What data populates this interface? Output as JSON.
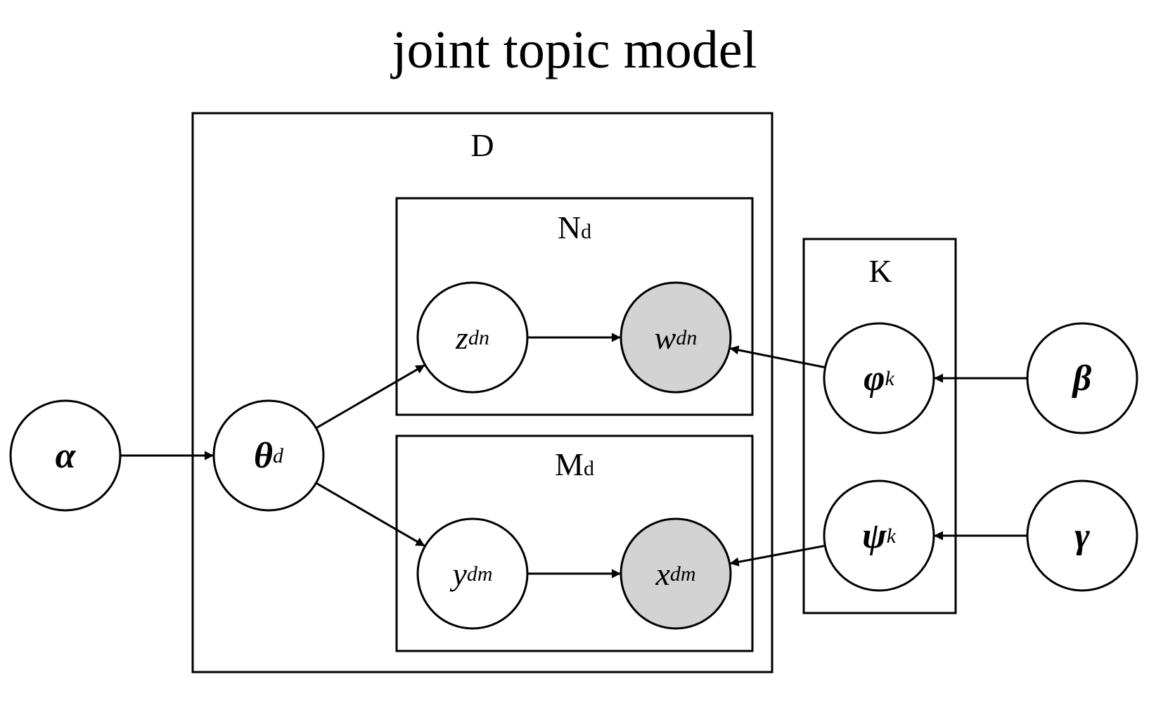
{
  "title": "joint topic model",
  "colors": {
    "observed": "#d3d3d3",
    "latent": "#ffffff",
    "stroke": "#000000"
  },
  "plates": {
    "D": {
      "label": "D",
      "sub": ""
    },
    "Nd": {
      "label": "N",
      "sub": "d"
    },
    "Md": {
      "label": "M",
      "sub": "d"
    },
    "K": {
      "label": "K",
      "sub": ""
    }
  },
  "nodes": {
    "alpha": {
      "symbol": "α",
      "sub": "",
      "bold": true,
      "observed": false
    },
    "theta": {
      "symbol": "θ",
      "sub": "d",
      "bold": true,
      "observed": false
    },
    "z": {
      "symbol": "z",
      "sub": "dn",
      "bold": false,
      "observed": false
    },
    "w": {
      "symbol": "w",
      "sub": "dn",
      "bold": false,
      "observed": true
    },
    "y": {
      "symbol": "y",
      "sub": "dm",
      "bold": false,
      "observed": false
    },
    "x": {
      "symbol": "x",
      "sub": "dm",
      "bold": false,
      "observed": true
    },
    "phi": {
      "symbol": "φ",
      "sub": "k",
      "bold": true,
      "observed": false
    },
    "psi": {
      "symbol": "ψ",
      "sub": "k",
      "bold": true,
      "observed": false
    },
    "beta": {
      "symbol": "β",
      "sub": "",
      "bold": true,
      "observed": false
    },
    "gamma": {
      "symbol": "γ",
      "sub": "",
      "bold": true,
      "observed": false
    }
  },
  "edges": [
    {
      "from": "alpha",
      "to": "theta"
    },
    {
      "from": "theta",
      "to": "z"
    },
    {
      "from": "theta",
      "to": "y"
    },
    {
      "from": "z",
      "to": "w"
    },
    {
      "from": "y",
      "to": "x"
    },
    {
      "from": "phi",
      "to": "w"
    },
    {
      "from": "psi",
      "to": "x"
    },
    {
      "from": "beta",
      "to": "phi"
    },
    {
      "from": "gamma",
      "to": "psi"
    }
  ]
}
